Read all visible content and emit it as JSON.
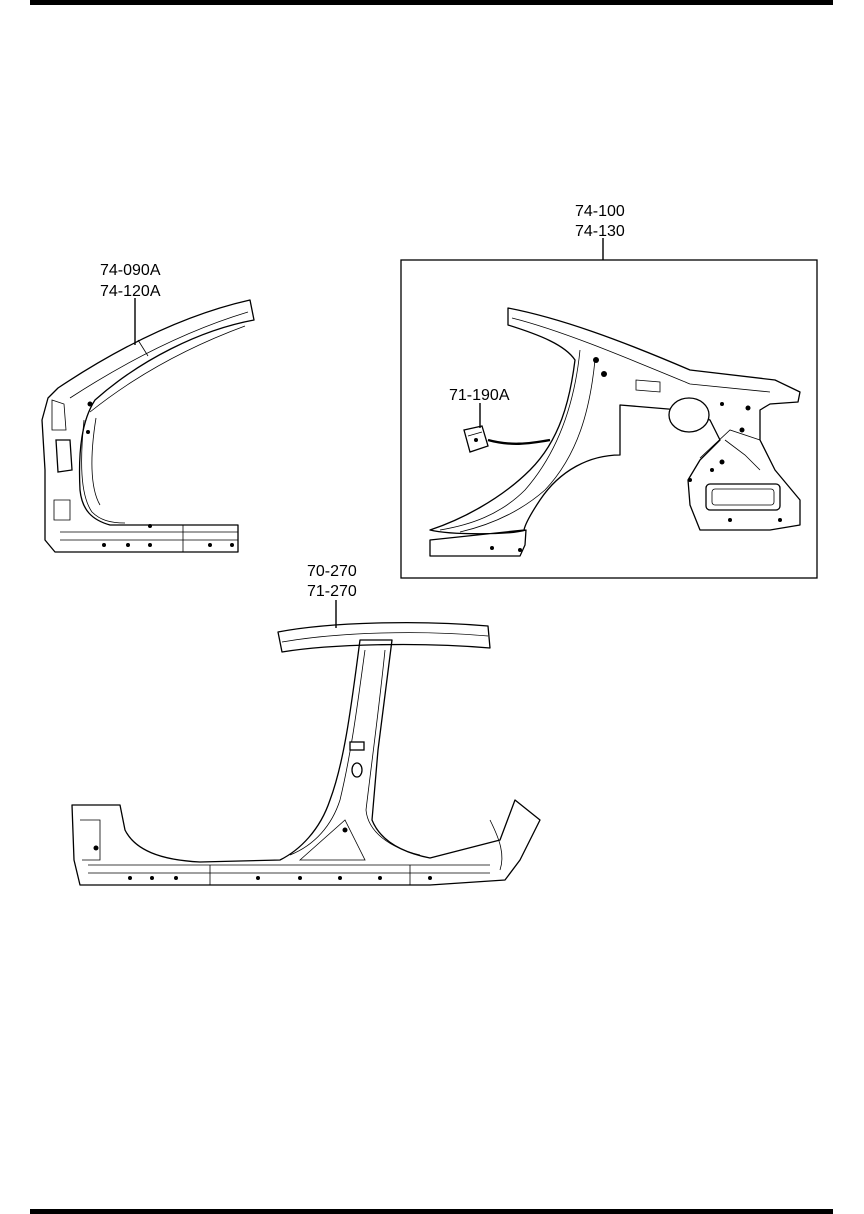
{
  "callouts": {
    "front_pillar": {
      "line1": "74-090A",
      "line2": "74-120A"
    },
    "rear_quarter": {
      "line1": "74-100",
      "line2": "74-130"
    },
    "small_bracket": {
      "line1": "71-190A"
    },
    "center_pillar": {
      "line1": "70-270",
      "line2": "71-270"
    }
  }
}
